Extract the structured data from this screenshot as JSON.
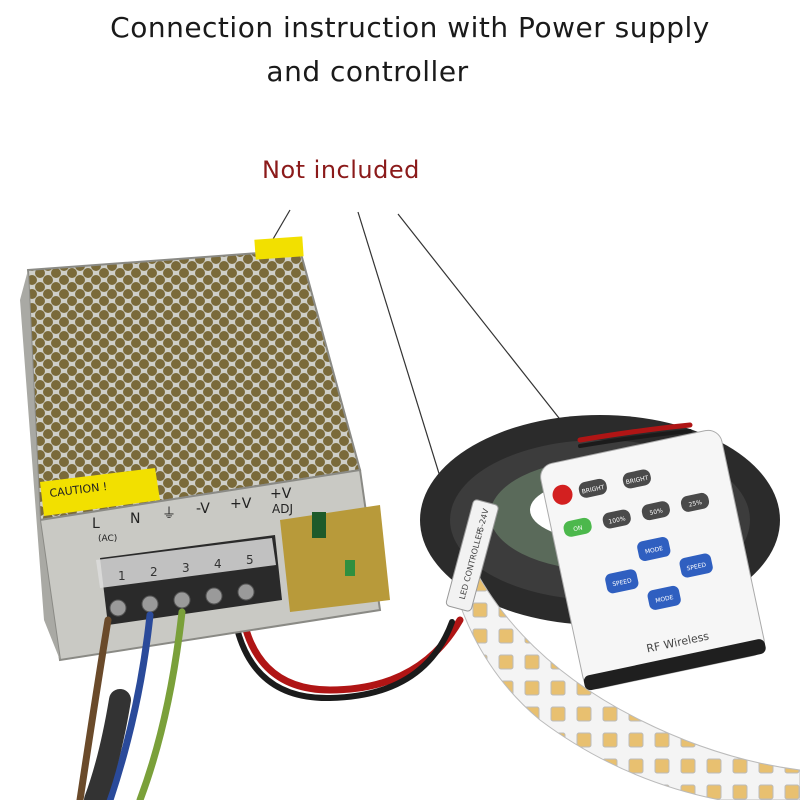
{
  "heading": {
    "line1": "Connection instruction with Power supply",
    "line2": "and controller"
  },
  "note": "Not included",
  "power_supply": {
    "caution": "CAUTION !",
    "terminals": [
      "L",
      "N",
      "⏚",
      "-V",
      "+V",
      "+V"
    ],
    "ac_label": "(AC)",
    "adj_label": "ADJ",
    "numbers": [
      "1",
      "2",
      "3",
      "4",
      "5"
    ]
  },
  "controller": {
    "label": "LED CONTROLLER",
    "voltage": "5-24V"
  },
  "remote": {
    "buttons": [
      "ON",
      "BRIGHT",
      "BRIGHT",
      "100%",
      "50%",
      "25%",
      "MODE",
      "SPEED",
      "SPEED",
      "MODE"
    ],
    "footer": "RF Wireless"
  },
  "colors": {
    "heading": "#1a1a1a",
    "note": "#8b1a1a",
    "metal": "#c9c9c4",
    "pcb": "#b89a3a",
    "strip_reel": "#2b2b2b",
    "led_amber": "#e8c070"
  }
}
